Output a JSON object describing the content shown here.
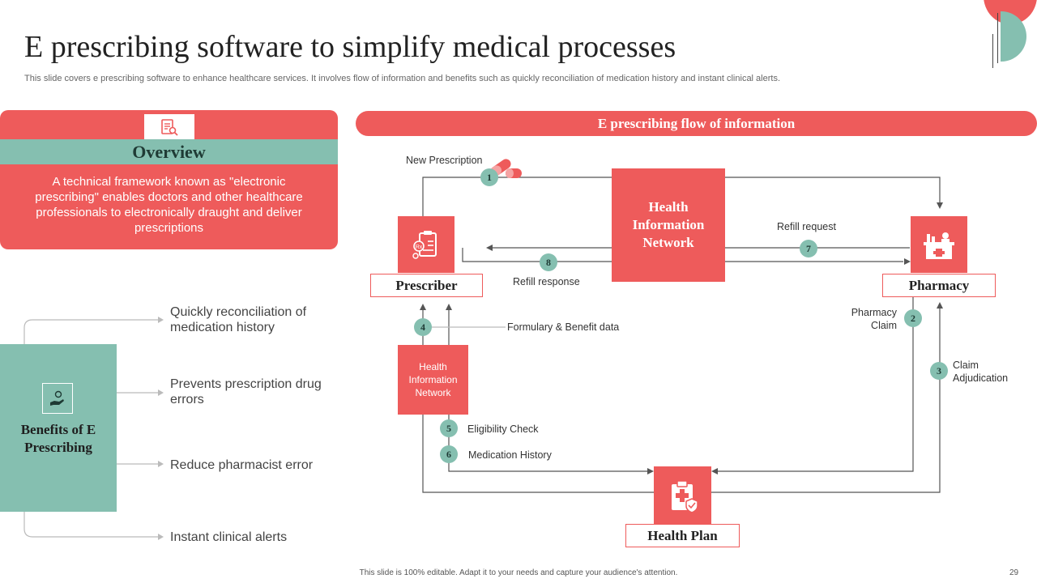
{
  "title": "E prescribing software to simplify medical processes",
  "subtitle": "This slide covers e prescribing software to enhance healthcare services. It involves flow of information and benefits such as quickly reconciliation of medication history and instant clinical alerts.",
  "overview": {
    "heading": "Overview",
    "body": "A technical framework known as \"electronic prescribing\" enables doctors and other healthcare professionals to electronically draught and deliver prescriptions",
    "icon": "prescription-search-icon"
  },
  "benefits": {
    "title": "Benefits of E Prescribing",
    "icon": "hand-money-icon",
    "items": [
      "Quickly reconciliation of medication history",
      "Prevents prescription drug errors",
      "Reduce pharmacist error",
      "Instant clinical alerts"
    ]
  },
  "flow": {
    "header": "E prescribing flow of information",
    "hin_main": "Health Information Network",
    "hin_small": "Health Information Network",
    "prescriber": "Prescriber",
    "pharmacy": "Pharmacy",
    "health_plan": "Health Plan",
    "labels": {
      "new_prescription": "New Prescription",
      "refill_request": "Refill request",
      "refill_response": "Refill response",
      "formulary": "Formulary & Benefit data",
      "pharmacy_claim": "Pharmacy Claim",
      "claim_adjudication": "Claim Adjudication",
      "eligibility": "Eligibility Check",
      "medication_history": "Medication History"
    },
    "steps": [
      "1",
      "2",
      "3",
      "4",
      "5",
      "6",
      "7",
      "8"
    ],
    "icons": {
      "prescriber": "prescription-clipboard-icon",
      "pharmacy": "pharmacy-counter-icon",
      "health_plan": "medical-clipboard-icon",
      "pill": "pill-capsule-icon"
    }
  },
  "colors": {
    "accent": "#ee5b5b",
    "teal": "#85bfb0"
  },
  "footer": "This slide is 100% editable. Adapt it to your needs and capture your audience's attention.",
  "page_number": "29"
}
